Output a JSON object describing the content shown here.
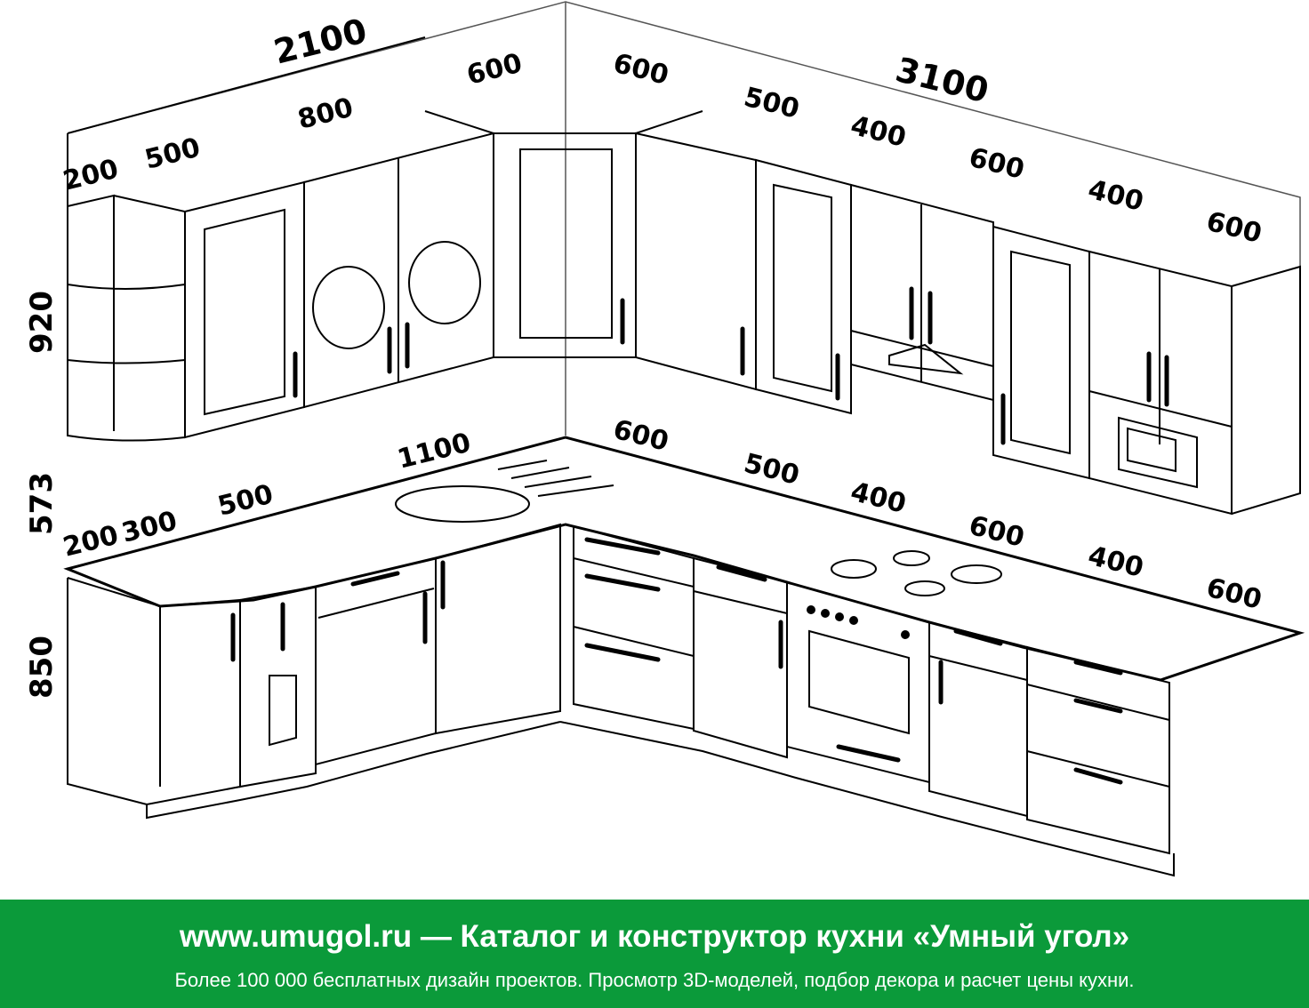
{
  "dimensions": {
    "top_left_total": "2100",
    "top_right_total": "3100",
    "upper_left": [
      "200",
      "500",
      "800",
      "600"
    ],
    "upper_right": [
      "600",
      "500",
      "400",
      "600",
      "400",
      "600"
    ],
    "heights": [
      "920",
      "573",
      "850"
    ],
    "lower_left": [
      "200",
      "300",
      "500",
      "1100"
    ],
    "lower_right": [
      "600",
      "500",
      "400",
      "600",
      "400",
      "600"
    ]
  },
  "banner": {
    "title": "www.umugol.ru — Каталог и конструктор кухни «Умный угол»",
    "subtitle": "Более 100 000 бесплатных дизайн проектов. Просмотр 3D-моделей, подбор декора и расчет цены кухни.",
    "background": "#0b9a3a"
  }
}
